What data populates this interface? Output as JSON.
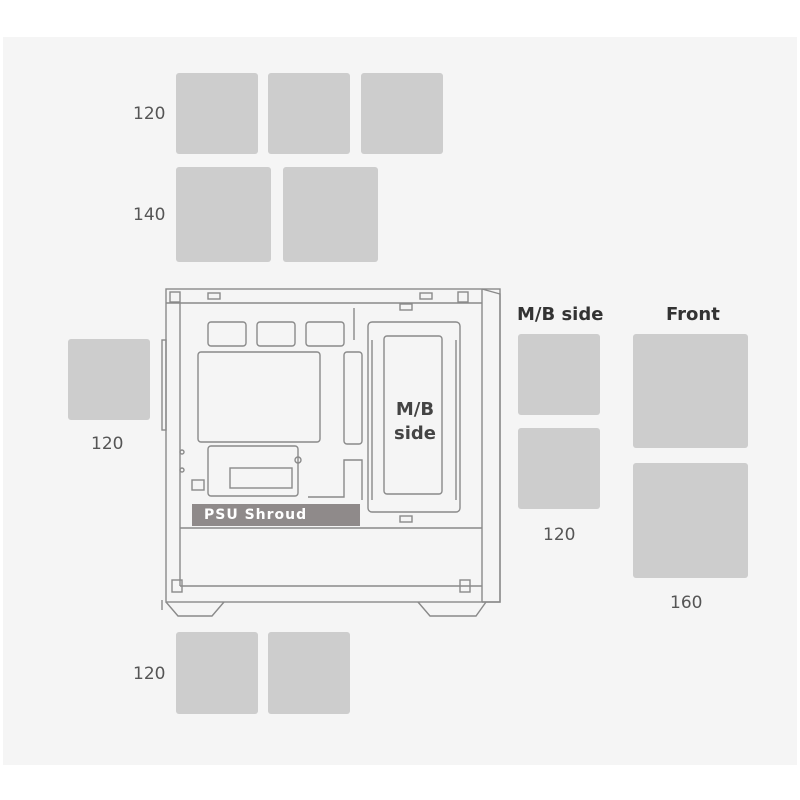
{
  "groups": {
    "top_120": "120",
    "top_140": "140",
    "rear_120": "120",
    "bottom_120": "120",
    "mb_side_header": "M/B side",
    "mb_side_size": "120",
    "front_header": "Front",
    "front_size": "160"
  },
  "case": {
    "mb_label_line1": "M/B",
    "mb_label_line2": "side",
    "psu_shroud": "PSU Shroud"
  },
  "colors": {
    "background": "#f5f5f5",
    "fan_slot": "#cdcdcd",
    "case_outline": "#8a8a8a",
    "psu_shroud": "#8f8a8a"
  }
}
